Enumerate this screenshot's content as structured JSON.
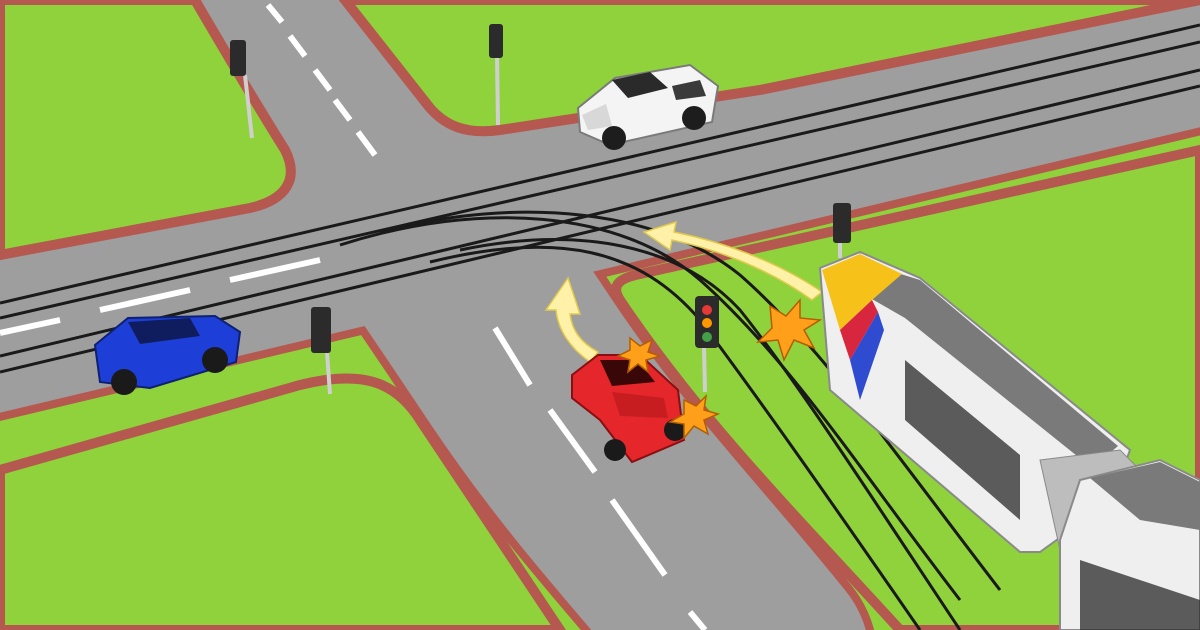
{
  "scene": {
    "colors": {
      "grass": "#8fd23c",
      "grass_dark": "#7cc12f",
      "road": "#9e9e9e",
      "curb": "#b5584f",
      "lane_marking": "#ffffff",
      "track": "#1a1a1a",
      "arrow": "#fff2a8",
      "signal_pole": "#cfcfcf",
      "signal_head": "#2b2b2b",
      "signal_red": "#e53935",
      "signal_amber": "#ff9800",
      "signal_green": "#43a047",
      "car_white": "#f4f4f4",
      "car_blue": "#1d3fd8",
      "car_red": "#e5262a",
      "tram_body": "#efefef",
      "tram_roof": "#7a7a7a",
      "tram_accent_yellow": "#f6c21a",
      "tram_accent_red": "#d7263d",
      "tram_accent_blue": "#2f4bd0",
      "collision": "#ff9f1a"
    },
    "vehicles": [
      {
        "name": "white-suv",
        "color": "white"
      },
      {
        "name": "blue-hatchback",
        "color": "blue"
      },
      {
        "name": "red-hatchback",
        "color": "red"
      },
      {
        "name": "tram",
        "color": "white-yellow-red-blue"
      }
    ],
    "signals": [
      {
        "name": "traffic-light-top-left",
        "state": "dark"
      },
      {
        "name": "traffic-light-top-center",
        "state": "dark"
      },
      {
        "name": "traffic-light-left",
        "state": "dark"
      },
      {
        "name": "traffic-light-right-tram",
        "state": "dark"
      },
      {
        "name": "traffic-light-center",
        "state": "red-amber-green"
      }
    ],
    "arrows": [
      {
        "name": "red-car-turn-arrow",
        "direction": "left-turn"
      },
      {
        "name": "tram-path-arrow",
        "direction": "left-turn"
      }
    ]
  }
}
